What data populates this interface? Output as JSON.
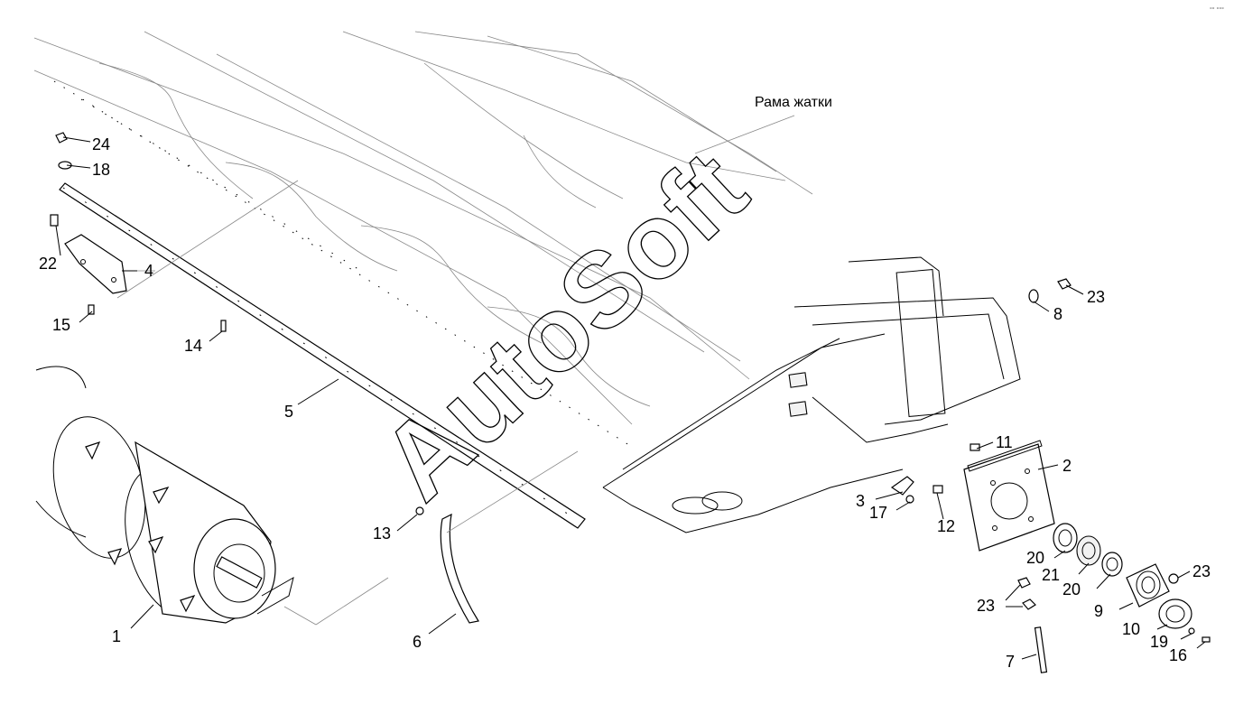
{
  "frame_label": "Рама жатки",
  "watermark": "AutoSoft",
  "corner_mark": "°° °°°",
  "callouts": {
    "c1": "1",
    "c2": "2",
    "c3": "3",
    "c4": "4",
    "c5": "5",
    "c6": "6",
    "c7": "7",
    "c8": "8",
    "c9": "9",
    "c10": "10",
    "c11": "11",
    "c12": "12",
    "c13": "13",
    "c14": "14",
    "c15": "15",
    "c16": "16",
    "c17": "17",
    "c18": "18",
    "c19": "19",
    "c20a": "20",
    "c20b": "20",
    "c21": "21",
    "c22": "22",
    "c23a": "23",
    "c23b": "23",
    "c23c": "23",
    "c24": "24"
  },
  "colors": {
    "line": "#000000",
    "light_line": "#888888",
    "background": "#ffffff"
  }
}
